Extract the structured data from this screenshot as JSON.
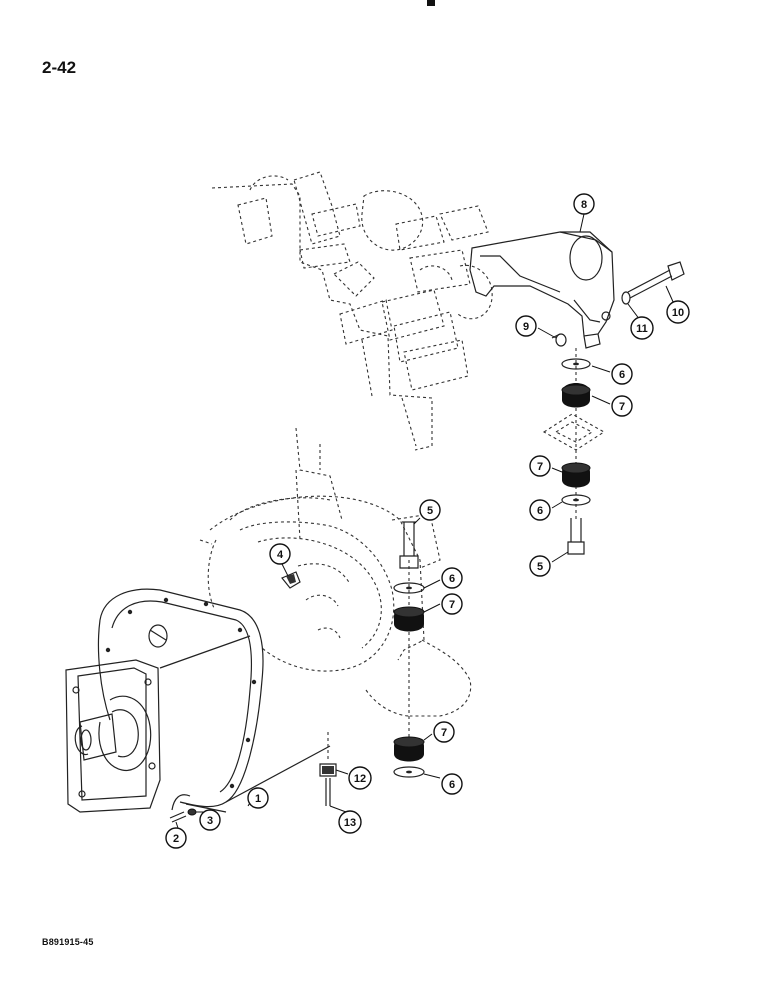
{
  "page": {
    "number": "2-42",
    "figure_code": "B891915-45"
  },
  "callouts": [
    {
      "id": "c1",
      "label": "1"
    },
    {
      "id": "c2",
      "label": "2"
    },
    {
      "id": "c3",
      "label": "3"
    },
    {
      "id": "c4",
      "label": "4"
    },
    {
      "id": "c5a",
      "label": "5"
    },
    {
      "id": "c5b",
      "label": "5"
    },
    {
      "id": "c6a",
      "label": "6"
    },
    {
      "id": "c6b",
      "label": "6"
    },
    {
      "id": "c6c",
      "label": "6"
    },
    {
      "id": "c6d",
      "label": "6"
    },
    {
      "id": "c7a",
      "label": "7"
    },
    {
      "id": "c7b",
      "label": "7"
    },
    {
      "id": "c7c",
      "label": "7"
    },
    {
      "id": "c7d",
      "label": "7"
    },
    {
      "id": "c8",
      "label": "8"
    },
    {
      "id": "c9",
      "label": "9"
    },
    {
      "id": "c10",
      "label": "10"
    },
    {
      "id": "c11",
      "label": "11"
    },
    {
      "id": "c12",
      "label": "12"
    },
    {
      "id": "c13",
      "label": "13"
    }
  ]
}
